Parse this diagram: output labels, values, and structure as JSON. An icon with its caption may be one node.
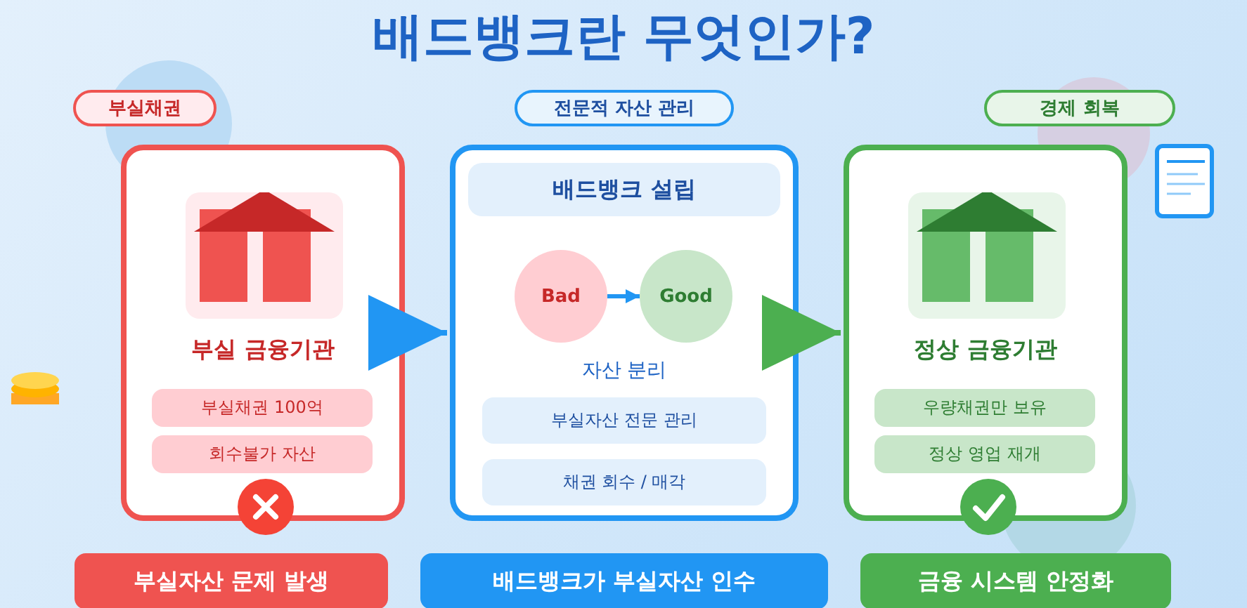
{
  "diagram": {
    "title": "배드뱅크란 무엇인가?",
    "nodes": [
      {
        "text": [
          "부실채권"
        ]
      },
      {
        "text": [
          "부실 금융기관"
        ]
      },
      {
        "text": [
          "부실채권 100억"
        ],
        "in": 1
      },
      {
        "text": [
          "회수불가 자산"
        ],
        "in": 1
      },
      {
        "text": [
          "부실자산 문제 발생"
        ]
      },
      {
        "text": [
          "전문적 자산 관리"
        ]
      },
      {
        "text": [
          "자산 분리"
        ]
      },
      {
        "text": [
          "배드뱅크 설립"
        ],
        "in": 6
      },
      {
        "text": [
          "Bad"
        ],
        "in": 6
      },
      {
        "text": [
          "Good"
        ],
        "in": 6
      },
      {
        "text": [
          "부실자산 전문 관리"
        ],
        "in": 6
      },
      {
        "text": [
          "채권 회수 / 매각"
        ],
        "in": 6
      },
      {
        "text": [
          "배드뱅크가 부실자산 인수"
        ]
      },
      {
        "text": [
          "경제 회복"
        ]
      },
      {
        "text": [
          "정상 금융기관"
        ]
      },
      {
        "text": [
          "우량채권만 보유"
        ],
        "in": 14
      },
      {
        "text": [
          "정상 영업 재개"
        ],
        "in": 14
      },
      {
        "text": [
          "금융 시스템 안정화"
        ]
      }
    ],
    "edges": [
      {
        "from": 1,
        "to": 6,
        "arrow": "to"
      },
      {
        "from": 8,
        "to": 9,
        "arrow": "to"
      },
      {
        "from": 6,
        "to": 14,
        "arrow": "to",
        "color": "#4caf50"
      }
    ]
  }
}
